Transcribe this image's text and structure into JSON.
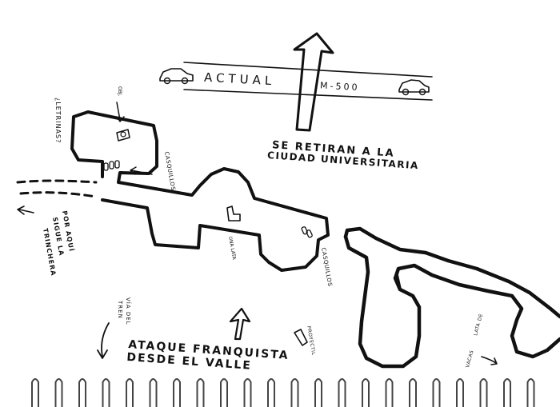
{
  "labels": {
    "road_left": "ACTUAL",
    "road_right": "M-500",
    "retreat_line1": "SE RETIRAN A LA",
    "retreat_line2": "CIUDAD UNIVERSITARIA",
    "attack_line1": "ATAQUE FRANQUISTA",
    "attack_line2": "DESDE EL VALLE",
    "letrinas": "¿LETRINAS?",
    "casquillos_top": "CASQUILLOS",
    "casquillos_right": "CASQUILLOS",
    "trinchera_line1": "POR AQUÍ",
    "trinchera_line2": "SIGUE LA",
    "trinchera_line3": "TRINCHERA",
    "via_line1": "VÍA DEL",
    "via_line2": "TREN",
    "lata_line1": "LATA DE",
    "lata_line2": "VACAS",
    "proyectil": "PROYECTIL",
    "una_lata": "UNA LATA",
    "obj_label": "OBJ."
  },
  "colors": {
    "ink": "#111111",
    "paper": "#ffffff",
    "spiral": "#444444"
  }
}
